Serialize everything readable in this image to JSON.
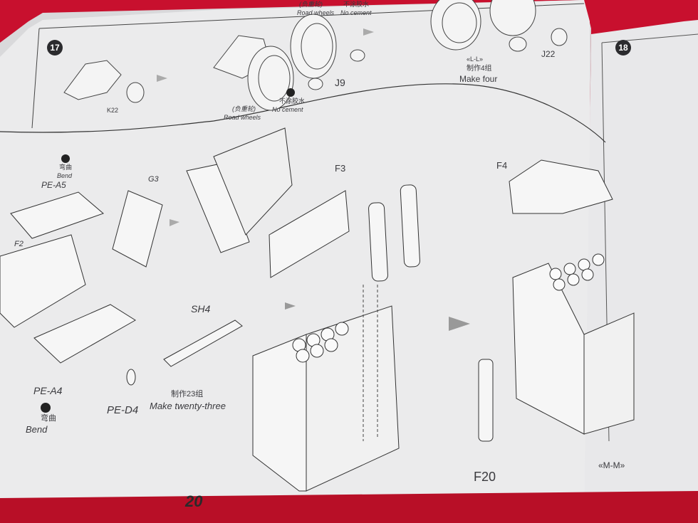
{
  "manual": {
    "page_number": "20",
    "colors": {
      "background": "#c8102e",
      "paper": "#e9e9ea",
      "ink": "#3a3a3e"
    },
    "step17": {
      "number": "17",
      "part_k22": "K22",
      "road_wheels_cn": "(负重轮)",
      "road_wheels": "Road wheels",
      "no_cement_cn": "不涂胶水",
      "no_cement": "No cement",
      "part_j9": "J9",
      "part_j22": "J22",
      "view_label": "«L-L»",
      "make_cn": "制作4组",
      "make": "Make four"
    },
    "step18": {
      "number": "18"
    },
    "rack": {
      "bend_cn": "弯曲",
      "bend": "Bend",
      "part_pe_a5": "PE-A5",
      "part_g3": "G3",
      "part_f2": "F2",
      "part_f3": "F3",
      "part_f4": "F4",
      "part_pe_a4": "PE-A4",
      "part_sh4": "SH4",
      "part_pe_d4": "PE-D4",
      "make_cn": "制作23组",
      "make": "Make twenty-three",
      "part_f20": "F20",
      "view_label": "«M-M»"
    }
  }
}
